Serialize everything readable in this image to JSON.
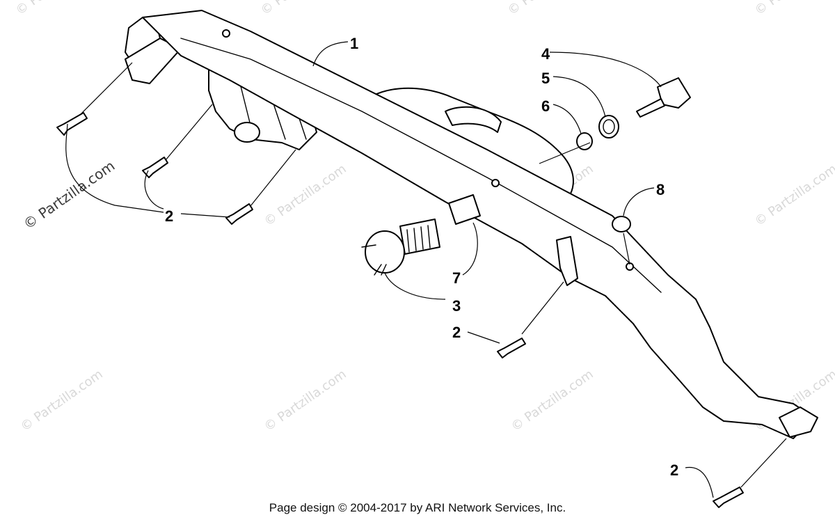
{
  "watermark": "© Partzilla.com",
  "footer": "Page design © 2004-2017 by ARI Network Services, Inc.",
  "callouts": {
    "c1": "1",
    "c2a": "2",
    "c2b": "2",
    "c2c": "2",
    "c3": "3",
    "c4": "4",
    "c5": "5",
    "c6": "6",
    "c7": "7",
    "c8": "8"
  }
}
